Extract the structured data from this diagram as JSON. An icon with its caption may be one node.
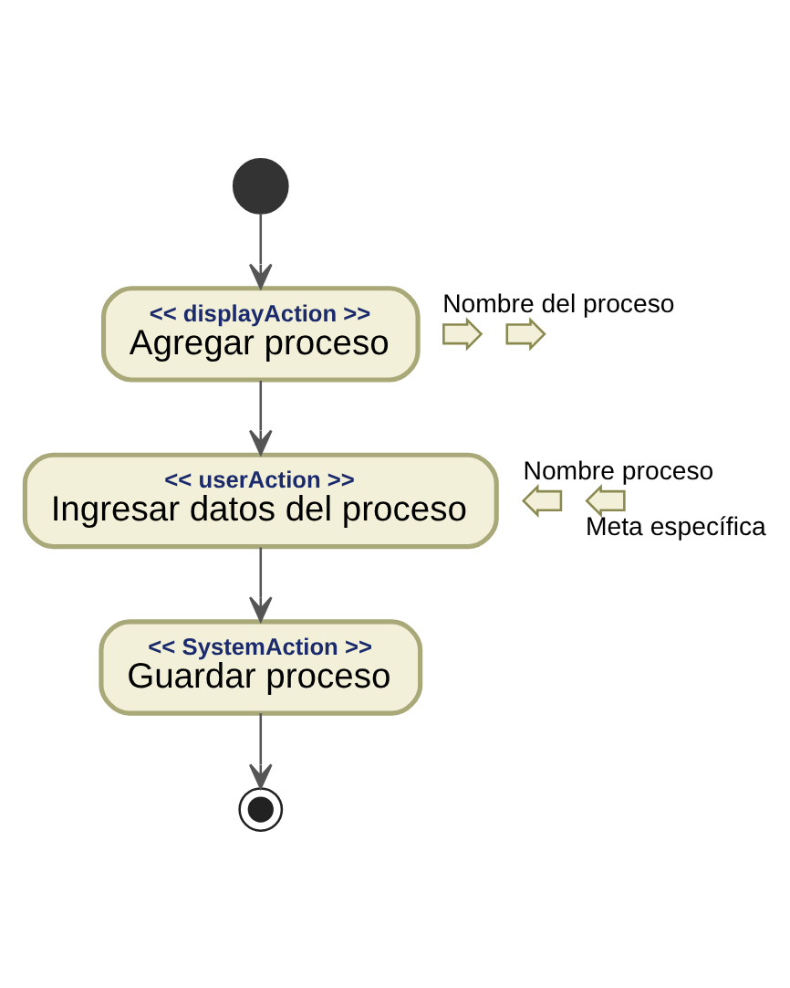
{
  "diagram": {
    "nodes": [
      {
        "text": [],
        "shape": "circle"
      },
      {
        "text": [
          "<< displayAction >>",
          "Agregar proceso"
        ]
      },
      {
        "text": [],
        "shape": "box",
        "beside": [
          "Nombre del proceso"
        ]
      },
      {
        "text": [],
        "shape": "box"
      },
      {
        "text": [
          "<< userAction >>",
          "Ingresar datos del proceso"
        ]
      },
      {
        "text": [],
        "shape": "box",
        "beside": [
          "Nombre proceso"
        ]
      },
      {
        "text": [],
        "shape": "box",
        "beside": [
          "Meta específica"
        ]
      },
      {
        "text": [
          "<< SystemAction >>",
          "Guardar proceso"
        ]
      },
      {
        "text": [],
        "shape": "circle"
      }
    ],
    "edges": [
      {
        "from": 0,
        "to": 1,
        "arrow": "to"
      },
      {
        "from": 1,
        "to": 4,
        "arrow": "to"
      },
      {
        "from": 4,
        "to": 7,
        "arrow": "to"
      },
      {
        "from": 7,
        "to": 8,
        "arrow": "to"
      }
    ]
  }
}
